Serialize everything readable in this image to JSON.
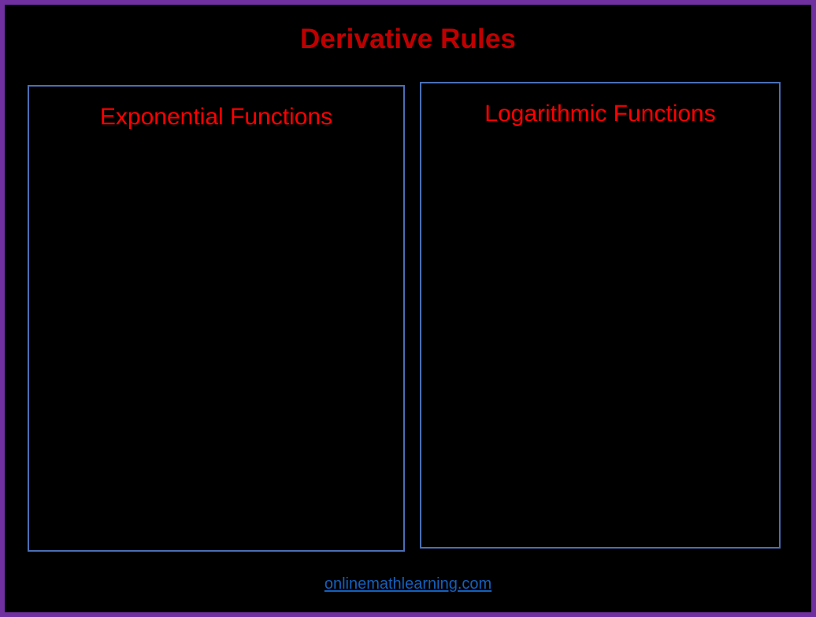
{
  "slide": {
    "title": "Derivative Rules",
    "background_color": "#000000",
    "frame_color": "#7030A0",
    "title_color": "#C00000"
  },
  "panels": [
    {
      "heading": "Exponential Functions",
      "heading_color": "#FF0000",
      "border_color": "#4A6FB5",
      "body_text": ""
    },
    {
      "heading": "Logarithmic Functions",
      "heading_color": "#FF0000",
      "border_color": "#4A6FB5",
      "body_text": ""
    }
  ],
  "footer": {
    "link_text": "onlinemathlearning.com",
    "link_color": "#1560BD"
  }
}
